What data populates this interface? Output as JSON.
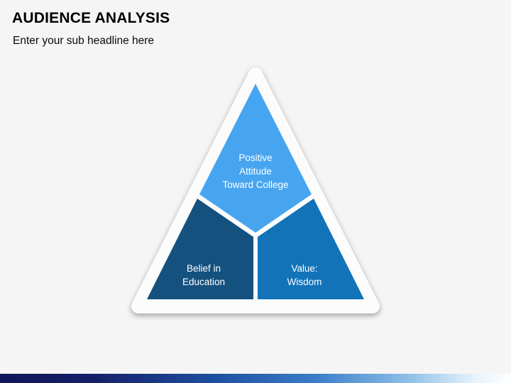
{
  "slide": {
    "title": "AUDIENCE ANALYSIS",
    "subtitle": "Enter your sub headline here",
    "background_color": "#f5f5f5"
  },
  "diagram": {
    "type": "segmented-pyramid",
    "text_color": "#ffffff",
    "outline_color": "#fcfcfc",
    "segments": [
      {
        "id": "top",
        "label": "Positive\nAttitude\nToward College",
        "color": "#47A5F0"
      },
      {
        "id": "bottom-left",
        "label": "Belief in\nEducation",
        "color": "#15517F"
      },
      {
        "id": "bottom-right",
        "label": "Value:\nWisdom",
        "color": "#1273B8"
      }
    ]
  },
  "footer_bar": {
    "gradient_colors": [
      "#10155C",
      "#1E4FA0",
      "#3A7EC8",
      "#FFFFFF"
    ]
  }
}
